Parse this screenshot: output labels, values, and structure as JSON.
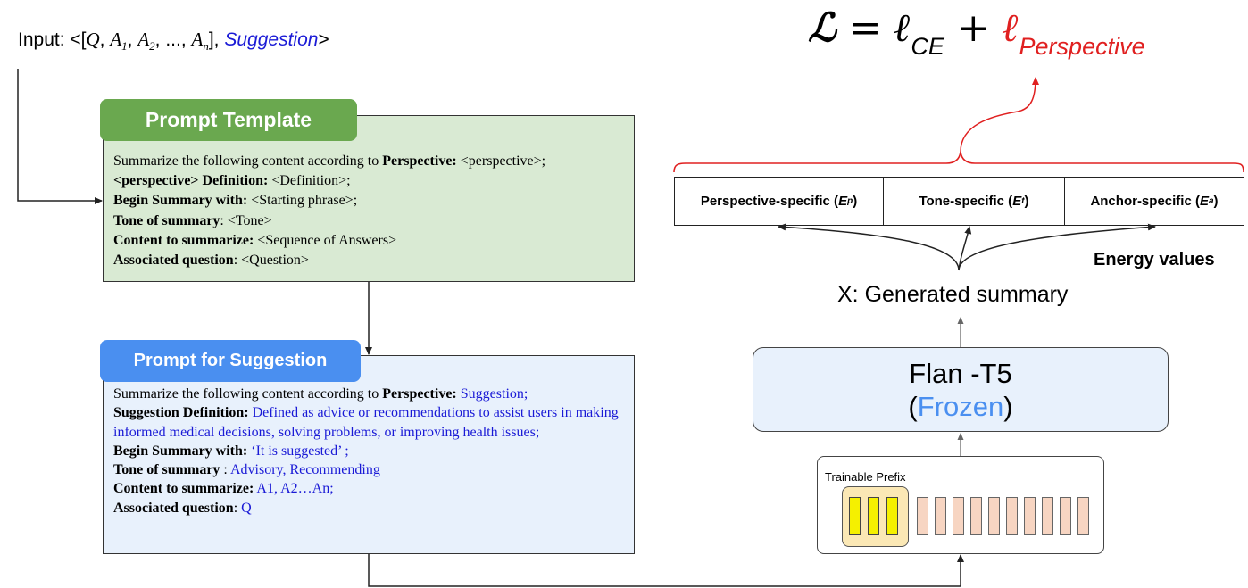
{
  "input": {
    "prefix": "Input: <[",
    "q": "Q",
    "a": "A",
    "sub1": "1",
    "sub2": "2",
    "subn": "n",
    "sep": ", ",
    "ellipsis": "...",
    "close": "], ",
    "suggestion": "Suggestion",
    "end": ">"
  },
  "prompt_template": {
    "title": "Prompt Template",
    "lines": [
      {
        "bold": "",
        "rest": "Summarize the following content according to ",
        "bold2": "Perspective:",
        "rest2": " <perspective>;"
      },
      {
        "bold": "<perspective> Definition:",
        "rest": " <Definition>;"
      },
      {
        "bold": "Begin Summary with:",
        "rest": " <Starting phrase>;"
      },
      {
        "bold": "Tone of summary",
        "rest": ": <Tone>"
      },
      {
        "bold": "Content to summarize:",
        "rest": " <Sequence of Answers>"
      },
      {
        "bold": "Associated question",
        "rest": ": <Question>"
      }
    ]
  },
  "prompt_suggestion": {
    "title": "Prompt for Suggestion",
    "line1_pre": "Summarize the following content according to ",
    "line1_bold": "Perspective:",
    "line1_val": " Suggestion;",
    "def_label": "Suggestion Definition:",
    "def_val": " Defined as advice or recommendations to assist users in making informed medical decisions, solving problems, or improving health issues;",
    "begin_label": "Begin Summary with:",
    "begin_val": " ‘It is suggested’ ;",
    "tone_label": "Tone of summary",
    "tone_sep": " : ",
    "tone_val": "Advisory, Recommending",
    "content_label": "Content to summarize:",
    "content_val": " A1, A2…An;",
    "question_label": "Associated question",
    "question_sep": ": ",
    "question_val": "Q"
  },
  "loss": {
    "L": "ℒ",
    "eq": " = ",
    "ell": "ℓ",
    "ce": "CE",
    "plus": " + ",
    "perspective": "Perspective"
  },
  "energy": {
    "cells": [
      {
        "label": "Perspective-specific (",
        "sym": "E",
        "sub": "p",
        "close": " )"
      },
      {
        "label": "Tone-specific (",
        "sym": "E",
        "sub": "t",
        "close": ")"
      },
      {
        "label": "Anchor-specific (",
        "sym": "E",
        "sub": "a",
        "close": ")"
      }
    ],
    "caption": "Energy values"
  },
  "generated_summary": "X: Generated summary",
  "model": {
    "name": "Flan -T5",
    "open": "(",
    "frozen": "Frozen",
    "close": ")"
  },
  "prefix": {
    "label": "Trainable Prefix",
    "trainable_tokens": 3,
    "other_tokens": 10
  },
  "colors": {
    "green_box": "#d9ead3",
    "green_pill": "#6aa84f",
    "blue_box": "#e8f1fc",
    "blue_pill": "#4a8ff0",
    "value_text": "#1a1ad6",
    "loss_red": "#e02020",
    "prefix_yellow": "#f5f000",
    "token_peach": "#f7d5c2"
  }
}
